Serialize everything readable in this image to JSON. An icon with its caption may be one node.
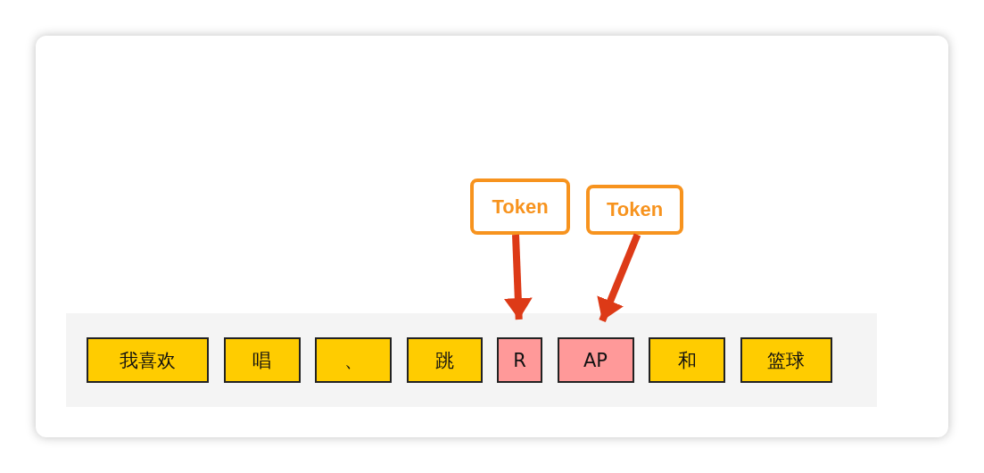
{
  "diagram": {
    "nodes": [
      {
        "text": [],
        "shape": "band"
      },
      {
        "text": [
          "我喜欢"
        ],
        "in": 0
      },
      {
        "text": [
          "唱"
        ],
        "in": 0
      },
      {
        "text": [
          "、"
        ],
        "in": 0
      },
      {
        "text": [
          "跳"
        ],
        "in": 0
      },
      {
        "text": [
          "R"
        ],
        "in": 0
      },
      {
        "text": [
          "AP"
        ],
        "in": 0
      },
      {
        "text": [
          "和"
        ],
        "in": 0
      },
      {
        "text": [
          "篮球"
        ],
        "in": 0
      },
      {
        "text": [
          "Token"
        ]
      },
      {
        "text": [
          "Token"
        ]
      }
    ],
    "edges": [
      {
        "from": 9,
        "to": 5,
        "arrow": "to"
      },
      {
        "from": 10,
        "to": 6,
        "arrow": "to"
      }
    ]
  }
}
